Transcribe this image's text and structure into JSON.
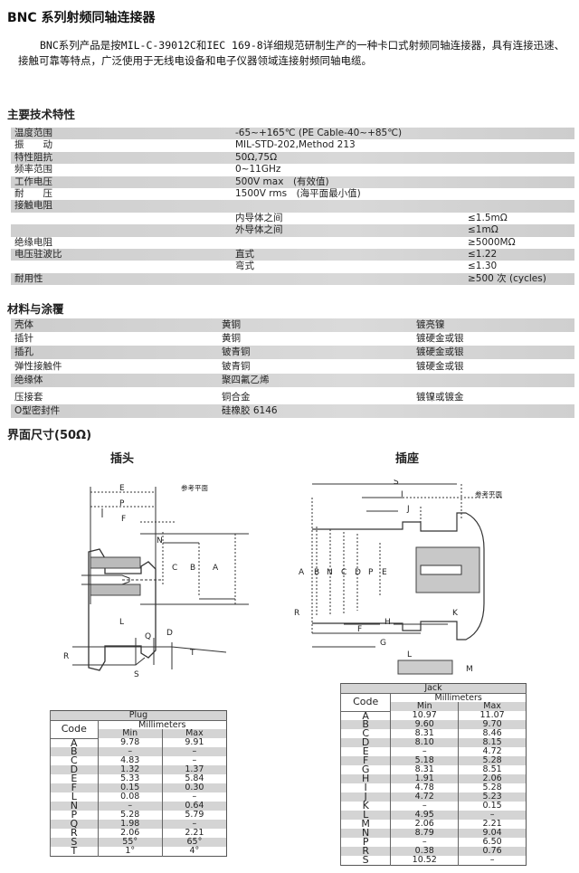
{
  "title": "BNC 系列射频同轴连接器",
  "intro": "BNC系列产品是按MIL-C-39012C和IEC 169-8详细规范研制生产的一种卡口式射频同轴连接器，具有连接迅速、接触可靠等特点，广泛使用于无线电设备和电子仪器领域连接射频同轴电缆。",
  "specs": {
    "heading": "主要技术特性",
    "rows": [
      [
        "温度范围",
        "-65~+165℃ (PE Cable-40~+85℃)",
        ""
      ],
      [
        "振　　动",
        "MIL-STD-202,Method 213",
        ""
      ],
      [
        "特性阻抗",
        "50Ω,75Ω",
        ""
      ],
      [
        "频率范围",
        "0~11GHz",
        ""
      ],
      [
        "工作电压",
        "500V max　(有效值)",
        ""
      ],
      [
        "耐　　压",
        "1500V rms　(海平面最小值)",
        ""
      ],
      [
        "接触电阻",
        "",
        ""
      ],
      [
        "",
        "内导体之间",
        "≤1.5mΩ"
      ],
      [
        "",
        "外导体之间",
        "≤1mΩ"
      ],
      [
        "绝缘电阻",
        "",
        "≥5000MΩ"
      ],
      [
        "电压驻波比",
        "直式",
        "≤1.22"
      ],
      [
        "",
        "弯式",
        "≤1.30"
      ],
      [
        "耐用性",
        "",
        "≥500 次 (cycles)"
      ]
    ]
  },
  "materials": {
    "heading": "材料与涂覆",
    "rows": [
      [
        "壳体",
        "黄铜",
        "镀亮镍"
      ],
      [
        "插针",
        "黄铜",
        "镀硬金或银"
      ],
      [
        "插孔",
        "铍青铜",
        "镀硬金或银"
      ],
      [
        "弹性接触件",
        "铍青铜",
        "镀硬金或银"
      ],
      [
        "绝缘体",
        "聚四氟乙烯",
        ""
      ],
      [
        "压接套",
        "铜合金",
        "镀镍或镀金"
      ],
      [
        "O型密封件",
        "硅橡胶 6146",
        ""
      ]
    ]
  },
  "interface": {
    "heading": "界面尺寸(50Ω)",
    "plug_caption": "插头",
    "jack_caption": "插座",
    "ref_plane": "参考平面"
  },
  "plug_labels": [
    "E",
    "P",
    "F",
    "N",
    "C",
    "B",
    "A",
    "L",
    "Q",
    "D",
    "R",
    "S",
    "T"
  ],
  "jack_labels": [
    "S",
    "I",
    "J",
    "A",
    "B",
    "N",
    "C",
    "D",
    "P",
    "E",
    "R",
    "H",
    "K",
    "F",
    "G",
    "L",
    "M"
  ],
  "plug_table": {
    "title": "Plug",
    "unit": "Millimeters",
    "code": "Code",
    "min": "Min",
    "max": "Max",
    "rows": [
      [
        "A",
        "9.78",
        "9.91"
      ],
      [
        "B",
        "–",
        "–"
      ],
      [
        "C",
        "4.83",
        "–"
      ],
      [
        "D",
        "1.32",
        "1.37"
      ],
      [
        "E",
        "5.33",
        "5.84"
      ],
      [
        "F",
        "0.15",
        "0.30"
      ],
      [
        "L",
        "0.08",
        "–"
      ],
      [
        "N",
        "–",
        "0.64"
      ],
      [
        "P",
        "5.28",
        "5.79"
      ],
      [
        "Q",
        "1.98",
        "–"
      ],
      [
        "R",
        "2.06",
        "2.21"
      ],
      [
        "S",
        "55°",
        "65°"
      ],
      [
        "T",
        "1°",
        "4°"
      ]
    ]
  },
  "jack_table": {
    "title": "Jack",
    "unit": "Millimeters",
    "code": "Code",
    "min": "Min",
    "max": "Max",
    "rows": [
      [
        "A",
        "10.97",
        "11.07"
      ],
      [
        "B",
        "9.60",
        "9.70"
      ],
      [
        "C",
        "8.31",
        "8.46"
      ],
      [
        "D",
        "8.10",
        "8.15"
      ],
      [
        "E",
        "–",
        "4.72"
      ],
      [
        "F",
        "5.18",
        "5.28"
      ],
      [
        "G",
        "8.31",
        "8.51"
      ],
      [
        "H",
        "1.91",
        "2.06"
      ],
      [
        "I",
        "4.78",
        "5.28"
      ],
      [
        "J",
        "4.72",
        "5.23"
      ],
      [
        "K",
        "–",
        "0.15"
      ],
      [
        "L",
        "4.95",
        "–"
      ],
      [
        "M",
        "2.06",
        "2.21"
      ],
      [
        "N",
        "8.79",
        "9.04"
      ],
      [
        "P",
        "–",
        "6.50"
      ],
      [
        "R",
        "0.38",
        "0.76"
      ],
      [
        "S",
        "10.52",
        "–"
      ]
    ]
  }
}
